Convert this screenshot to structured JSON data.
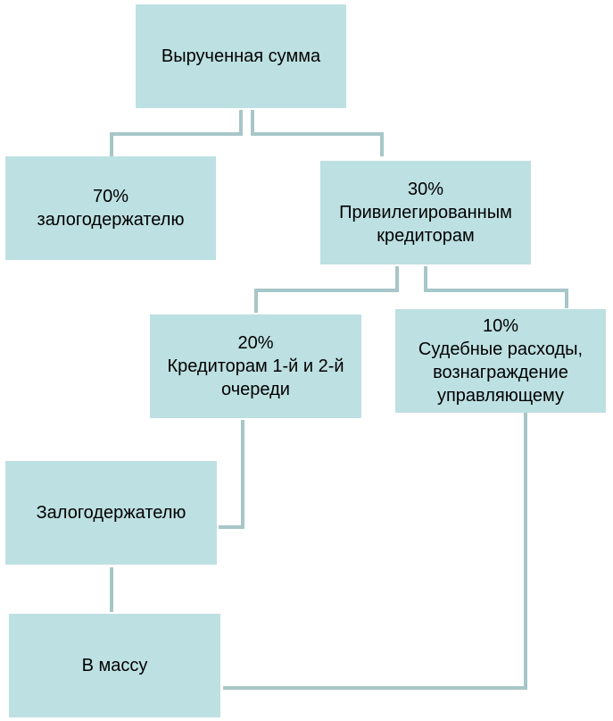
{
  "diagram": {
    "colors": {
      "box_fill": "#bde0e2",
      "connector": "#a7c6c8",
      "text": "#000000"
    },
    "nodes": {
      "proceeds": {
        "lines": [
          "Вырученная сумма"
        ]
      },
      "pledgee_70": {
        "lines": [
          "70%",
          "залогодержателю"
        ]
      },
      "privileged_30": {
        "lines": [
          "30%",
          "Привилегированным",
          "кредиторам"
        ]
      },
      "creditors_20": {
        "lines": [
          "20%",
          "Кредиторам 1-й и 2-й",
          "очереди"
        ]
      },
      "legal_10": {
        "lines": [
          "10%",
          "Судебные расходы,",
          "вознаграждение",
          "управляющему"
        ]
      },
      "pledgee": {
        "lines": [
          "Залогодержателю"
        ]
      },
      "to_estate": {
        "lines": [
          "В массу"
        ]
      }
    }
  }
}
